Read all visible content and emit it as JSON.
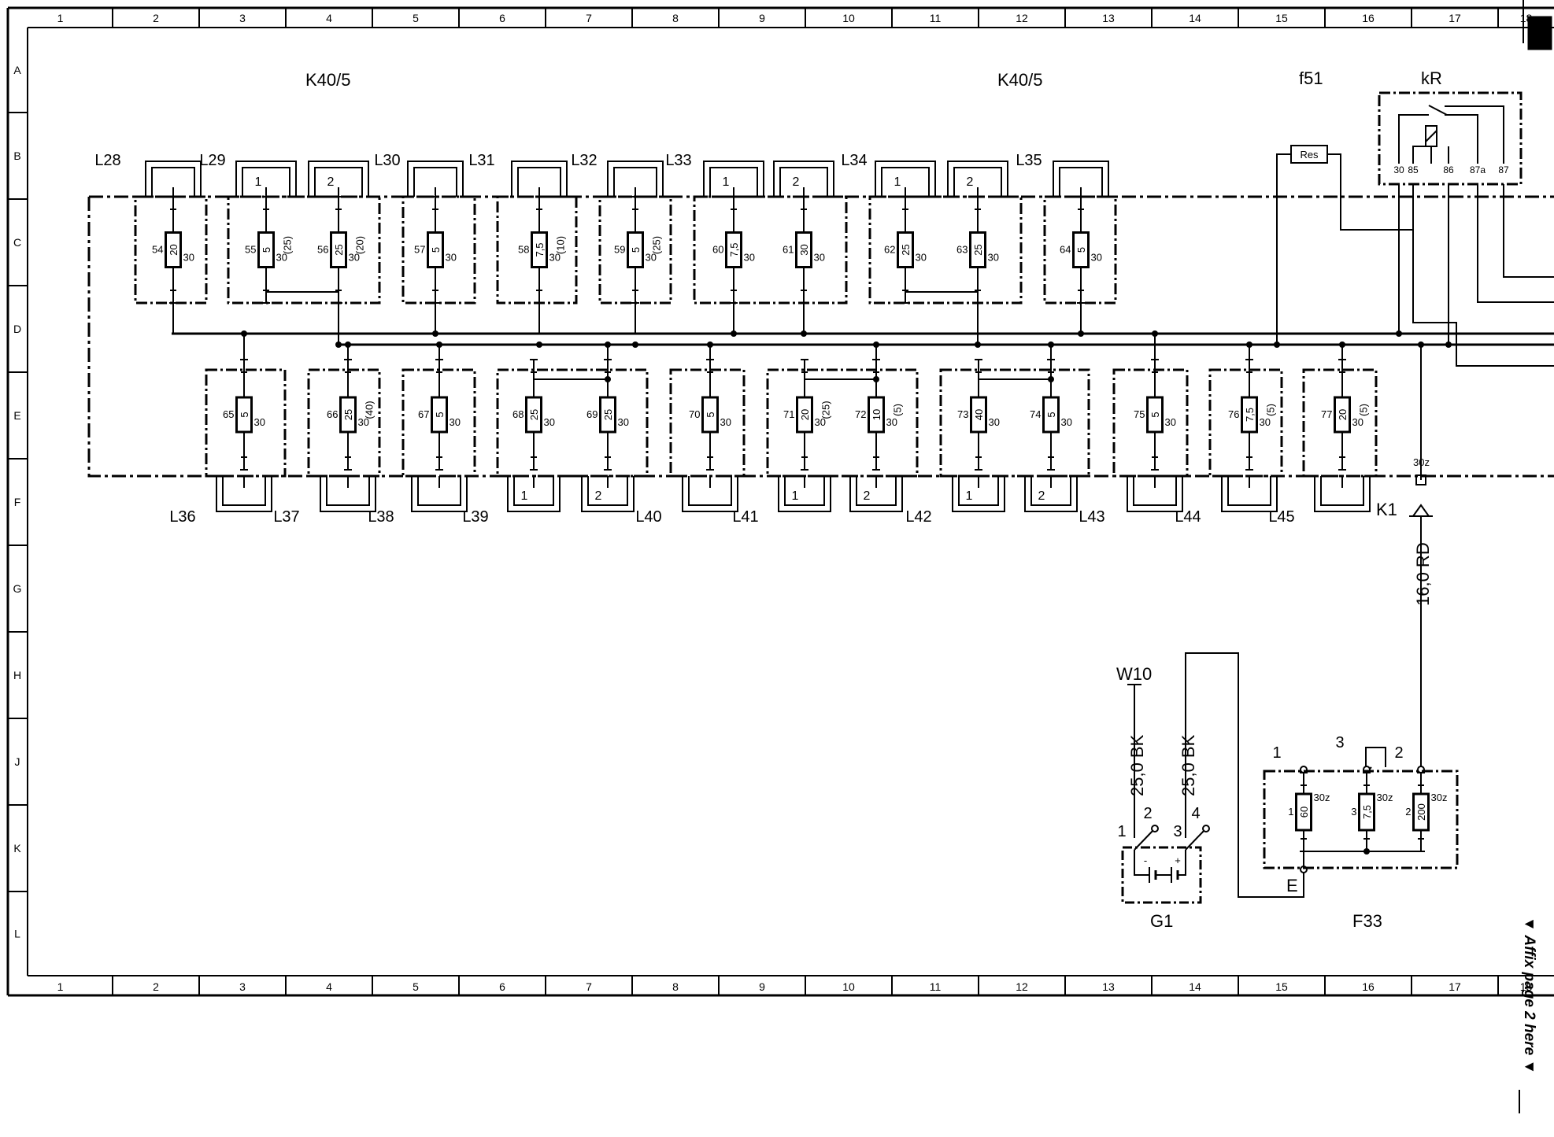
{
  "ruler": {
    "columns": [
      "1",
      "2",
      "3",
      "4",
      "5",
      "6",
      "7",
      "8",
      "9",
      "10",
      "11",
      "12",
      "13",
      "14",
      "15",
      "16",
      "17",
      "18"
    ],
    "rows": [
      "A",
      "B",
      "C",
      "D",
      "E",
      "F",
      "G",
      "H",
      "J",
      "K",
      "L"
    ]
  },
  "labels": {
    "k40_left": "K40/5",
    "k40_right": "K40/5",
    "f51": "f51",
    "kr": "kR",
    "res": "Res",
    "relay_pins": [
      "30",
      "85",
      "86",
      "87a",
      "87"
    ],
    "k1": "K1",
    "k1_pin": "30z",
    "w10": "W10",
    "g1": "G1",
    "f33": "F33",
    "e": "E",
    "wire_16": "16,0 RD",
    "wire_25a": "25,0 BK",
    "wire_25b": "25,0 BK",
    "g1_pins": [
      "1",
      "2",
      "3",
      "4"
    ],
    "g1_signs": [
      "-",
      "+"
    ],
    "f33_top_pins": [
      "1",
      "3",
      "2"
    ],
    "affix": "▼ Affix page 2 here ▼"
  },
  "top_connectors": [
    "L28",
    "L29",
    "L30",
    "L31",
    "L32",
    "L33",
    "L34",
    "L35"
  ],
  "bottom_connectors": [
    "L36",
    "L37",
    "L38",
    "L39",
    "L40",
    "L41",
    "L42",
    "L43",
    "L44",
    "L45"
  ],
  "sub_pins": [
    "1",
    "2"
  ],
  "top_fuses": [
    {
      "num": "54",
      "rating": "20",
      "amp": "30",
      "alt": ""
    },
    {
      "num": "55",
      "rating": "5",
      "amp": "30",
      "alt": "(25)"
    },
    {
      "num": "56",
      "rating": "25",
      "amp": "30",
      "alt": "(20)"
    },
    {
      "num": "57",
      "rating": "5",
      "amp": "30",
      "alt": ""
    },
    {
      "num": "58",
      "rating": "7,5",
      "amp": "30",
      "alt": "(10)"
    },
    {
      "num": "59",
      "rating": "5",
      "amp": "30",
      "alt": "(25)"
    },
    {
      "num": "60",
      "rating": "7,5",
      "amp": "30",
      "alt": ""
    },
    {
      "num": "61",
      "rating": "30",
      "amp": "30",
      "alt": ""
    },
    {
      "num": "62",
      "rating": "25",
      "amp": "30",
      "alt": ""
    },
    {
      "num": "63",
      "rating": "25",
      "amp": "30",
      "alt": ""
    },
    {
      "num": "64",
      "rating": "5",
      "amp": "30",
      "alt": ""
    }
  ],
  "bottom_fuses": [
    {
      "num": "65",
      "rating": "5",
      "amp": "30",
      "alt": ""
    },
    {
      "num": "66",
      "rating": "25",
      "amp": "30",
      "alt": "(40)"
    },
    {
      "num": "67",
      "rating": "5",
      "amp": "30",
      "alt": ""
    },
    {
      "num": "68",
      "rating": "25",
      "amp": "30",
      "alt": ""
    },
    {
      "num": "69",
      "rating": "25",
      "amp": "30",
      "alt": ""
    },
    {
      "num": "70",
      "rating": "5",
      "amp": "30",
      "alt": ""
    },
    {
      "num": "71",
      "rating": "20",
      "amp": "30",
      "alt": "(25)"
    },
    {
      "num": "72",
      "rating": "10",
      "amp": "30",
      "alt": "(5)"
    },
    {
      "num": "73",
      "rating": "40",
      "amp": "30",
      "alt": ""
    },
    {
      "num": "74",
      "rating": "5",
      "amp": "30",
      "alt": ""
    },
    {
      "num": "75",
      "rating": "5",
      "amp": "30",
      "alt": ""
    },
    {
      "num": "76",
      "rating": "7,5",
      "amp": "30",
      "alt": "(5)"
    },
    {
      "num": "77",
      "rating": "20",
      "amp": "30",
      "alt": "(5)"
    }
  ],
  "f33_fuses": [
    {
      "num": "1",
      "rating": "60",
      "amp": "30z"
    },
    {
      "num": "3",
      "rating": "7,5",
      "amp": "30z"
    },
    {
      "num": "2",
      "rating": "200",
      "amp": "30z"
    }
  ]
}
